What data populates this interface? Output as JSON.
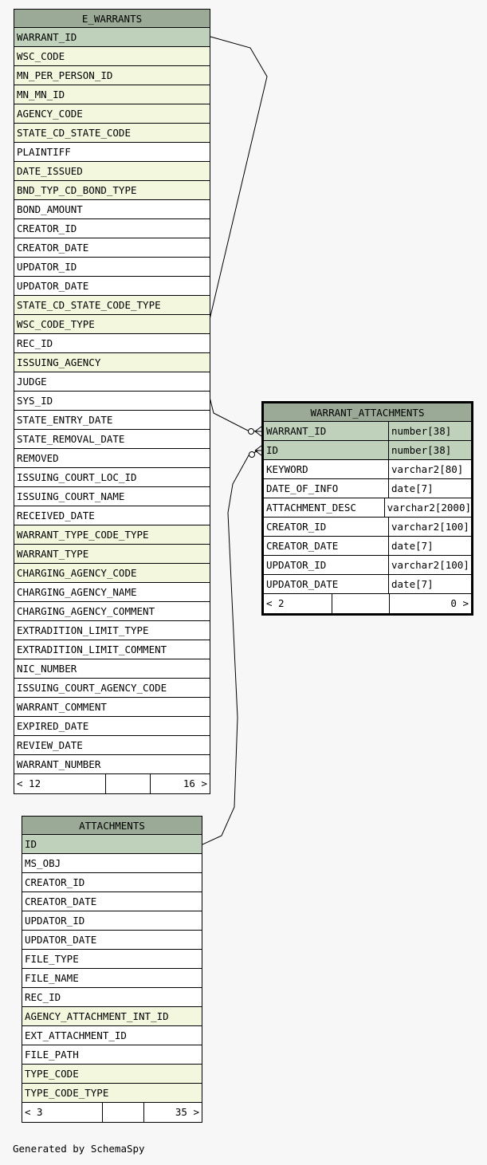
{
  "tables": {
    "e_warrants": {
      "name": "E_WARRANTS",
      "columns": [
        {
          "name": "WARRANT_ID",
          "kind": "pk"
        },
        {
          "name": "WSC_CODE",
          "kind": "fk"
        },
        {
          "name": "MN_PER_PERSON_ID",
          "kind": "fk"
        },
        {
          "name": "MN_MN_ID",
          "kind": "fk"
        },
        {
          "name": "AGENCY_CODE",
          "kind": "fk"
        },
        {
          "name": "STATE_CD_STATE_CODE",
          "kind": "fk"
        },
        {
          "name": "PLAINTIFF",
          "kind": "plain"
        },
        {
          "name": "DATE_ISSUED",
          "kind": "fk"
        },
        {
          "name": "BND_TYP_CD_BOND_TYPE",
          "kind": "fk"
        },
        {
          "name": "BOND_AMOUNT",
          "kind": "plain"
        },
        {
          "name": "CREATOR_ID",
          "kind": "plain"
        },
        {
          "name": "CREATOR_DATE",
          "kind": "plain"
        },
        {
          "name": "UPDATOR_ID",
          "kind": "plain"
        },
        {
          "name": "UPDATOR_DATE",
          "kind": "plain"
        },
        {
          "name": "STATE_CD_STATE_CODE_TYPE",
          "kind": "fk"
        },
        {
          "name": "WSC_CODE_TYPE",
          "kind": "fk"
        },
        {
          "name": "REC_ID",
          "kind": "plain"
        },
        {
          "name": "ISSUING_AGENCY",
          "kind": "fk"
        },
        {
          "name": "JUDGE",
          "kind": "plain"
        },
        {
          "name": "SYS_ID",
          "kind": "plain"
        },
        {
          "name": "STATE_ENTRY_DATE",
          "kind": "plain"
        },
        {
          "name": "STATE_REMOVAL_DATE",
          "kind": "plain"
        },
        {
          "name": "REMOVED",
          "kind": "plain"
        },
        {
          "name": "ISSUING_COURT_LOC_ID",
          "kind": "plain"
        },
        {
          "name": "ISSUING_COURT_NAME",
          "kind": "plain"
        },
        {
          "name": "RECEIVED_DATE",
          "kind": "plain"
        },
        {
          "name": "WARRANT_TYPE_CODE_TYPE",
          "kind": "fk"
        },
        {
          "name": "WARRANT_TYPE",
          "kind": "fk"
        },
        {
          "name": "CHARGING_AGENCY_CODE",
          "kind": "fk"
        },
        {
          "name": "CHARGING_AGENCY_NAME",
          "kind": "plain"
        },
        {
          "name": "CHARGING_AGENCY_COMMENT",
          "kind": "plain"
        },
        {
          "name": "EXTRADITION_LIMIT_TYPE",
          "kind": "plain"
        },
        {
          "name": "EXTRADITION_LIMIT_COMMENT",
          "kind": "plain"
        },
        {
          "name": "NIC_NUMBER",
          "kind": "plain"
        },
        {
          "name": "ISSUING_COURT_AGENCY_CODE",
          "kind": "plain"
        },
        {
          "name": "WARRANT_COMMENT",
          "kind": "plain"
        },
        {
          "name": "EXPIRED_DATE",
          "kind": "plain"
        },
        {
          "name": "REVIEW_DATE",
          "kind": "plain"
        },
        {
          "name": "WARRANT_NUMBER",
          "kind": "plain"
        }
      ],
      "footer": {
        "left": "< 12",
        "right": "16 >"
      }
    },
    "warrant_attachments": {
      "name": "WARRANT_ATTACHMENTS",
      "columns": [
        {
          "name": "WARRANT_ID",
          "type": "number[38]",
          "kind": "pk"
        },
        {
          "name": "ID",
          "type": "number[38]",
          "kind": "pk"
        },
        {
          "name": "KEYWORD",
          "type": "varchar2[80]",
          "kind": "plain"
        },
        {
          "name": "DATE_OF_INFO",
          "type": "date[7]",
          "kind": "plain"
        },
        {
          "name": "ATTACHMENT_DESC",
          "type": "varchar2[2000]",
          "kind": "plain"
        },
        {
          "name": "CREATOR_ID",
          "type": "varchar2[100]",
          "kind": "plain"
        },
        {
          "name": "CREATOR_DATE",
          "type": "date[7]",
          "kind": "plain"
        },
        {
          "name": "UPDATOR_ID",
          "type": "varchar2[100]",
          "kind": "plain"
        },
        {
          "name": "UPDATOR_DATE",
          "type": "date[7]",
          "kind": "plain"
        }
      ],
      "footer": {
        "left": "< 2",
        "right": "0 >"
      }
    },
    "attachments": {
      "name": "ATTACHMENTS",
      "columns": [
        {
          "name": "ID",
          "kind": "pk"
        },
        {
          "name": "MS_OBJ",
          "kind": "plain"
        },
        {
          "name": "CREATOR_ID",
          "kind": "plain"
        },
        {
          "name": "CREATOR_DATE",
          "kind": "plain"
        },
        {
          "name": "UPDATOR_ID",
          "kind": "plain"
        },
        {
          "name": "UPDATOR_DATE",
          "kind": "plain"
        },
        {
          "name": "FILE_TYPE",
          "kind": "plain"
        },
        {
          "name": "FILE_NAME",
          "kind": "plain"
        },
        {
          "name": "REC_ID",
          "kind": "plain"
        },
        {
          "name": "AGENCY_ATTACHMENT_INT_ID",
          "kind": "fk"
        },
        {
          "name": "EXT_ATTACHMENT_ID",
          "kind": "plain"
        },
        {
          "name": "FILE_PATH",
          "kind": "plain"
        },
        {
          "name": "TYPE_CODE",
          "kind": "fk"
        },
        {
          "name": "TYPE_CODE_TYPE",
          "kind": "fk"
        }
      ],
      "footer": {
        "left": "< 3",
        "right": "35 >"
      }
    }
  },
  "relationships": [
    {
      "from": "e_warrants.WARRANT_ID",
      "to": "warrant_attachments.WARRANT_ID"
    },
    {
      "from": "attachments.ID",
      "to": "warrant_attachments.ID"
    }
  ],
  "generated_by": "Generated by SchemaSpy"
}
